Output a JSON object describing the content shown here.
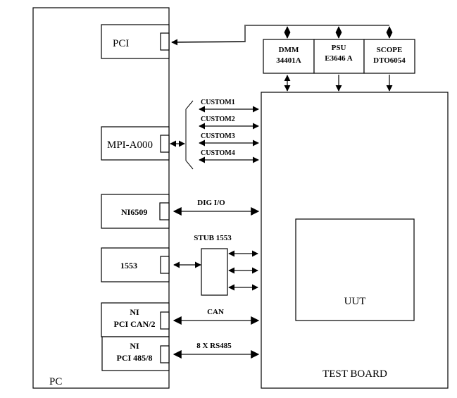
{
  "diagram": {
    "pc": {
      "label": "PC"
    },
    "cards": [
      {
        "id": "pci",
        "lines": [
          "PCI"
        ]
      },
      {
        "id": "mpi",
        "lines": [
          "MPI-A000"
        ]
      },
      {
        "id": "ni6509",
        "lines": [
          "NI6509"
        ]
      },
      {
        "id": "mil1553",
        "lines": [
          "1553"
        ]
      },
      {
        "id": "can",
        "lines": [
          "NI",
          "PCI CAN/2"
        ]
      },
      {
        "id": "rs485",
        "lines": [
          "NI",
          "PCI 485/8"
        ]
      }
    ],
    "instruments": [
      {
        "id": "dmm",
        "lines": [
          "DMM",
          "34401A"
        ]
      },
      {
        "id": "psu",
        "lines": [
          "PSU",
          "E3646 A"
        ]
      },
      {
        "id": "scope",
        "lines": [
          "SCOPE",
          "DTO6054"
        ]
      }
    ],
    "custom_links": [
      "CUSTOM1",
      "CUSTOM2",
      "CUSTOM3",
      "CUSTOM4"
    ],
    "dig_io_label": "DIG I/O",
    "stub_label": "STUB 1553",
    "can_label": "CAN",
    "rs485_label": "8 X RS485",
    "test_board": {
      "label": "TEST BOARD"
    },
    "uut": {
      "label": "UUT"
    }
  }
}
